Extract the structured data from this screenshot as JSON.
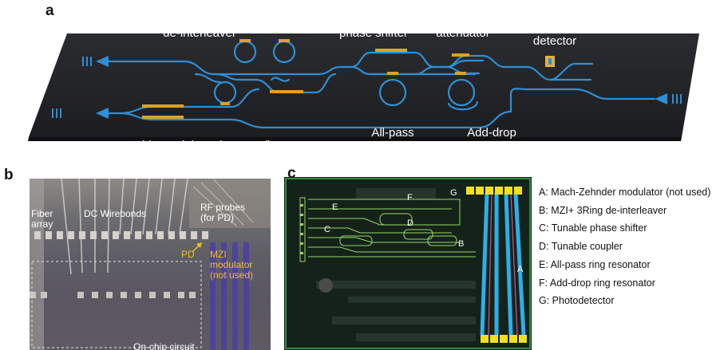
{
  "panel_a": {
    "letter": "a",
    "labels": {
      "spectral": "Spectral\nde-interleaver",
      "phase": "Tunable\nphase shifter",
      "attenuator": "Tunable\nattenuator",
      "detector": "On-chip\ndetector",
      "modulator": "On-chip modulator (not used)",
      "allpass": "All-pass\nring resonator",
      "adddrop": "Add-drop\nring resonator"
    },
    "colors": {
      "chip": "#232427",
      "waveguide": "#2e8fd6",
      "heater": "#d9a327"
    }
  },
  "panel_b": {
    "letter": "b",
    "labels": {
      "fiber": "Fiber\narray",
      "wirebonds": "DC Wirebonds",
      "rf": "RF probes\n(for PD)",
      "pd": "PD",
      "mzi": "MZI modulator\n(not used)",
      "circuit": "On-chip circuit"
    },
    "colors": {
      "pd": "#f2c21a",
      "mzi": "#f2c21a"
    }
  },
  "panel_c": {
    "letter": "c",
    "labels": {
      "A": "A",
      "B": "B",
      "C": "C",
      "D": "D",
      "E": "E",
      "F": "F",
      "G": "G"
    },
    "legend": [
      "A: Mach-Zehnder modulator (not used)",
      "B: MZI+ 3Ring de-interleaver",
      "C: Tunable phase shifter",
      "D: Tunable coupler",
      "E: All-pass ring resonator",
      "F: Add-drop ring resonator",
      "G: Photodetector"
    ]
  }
}
